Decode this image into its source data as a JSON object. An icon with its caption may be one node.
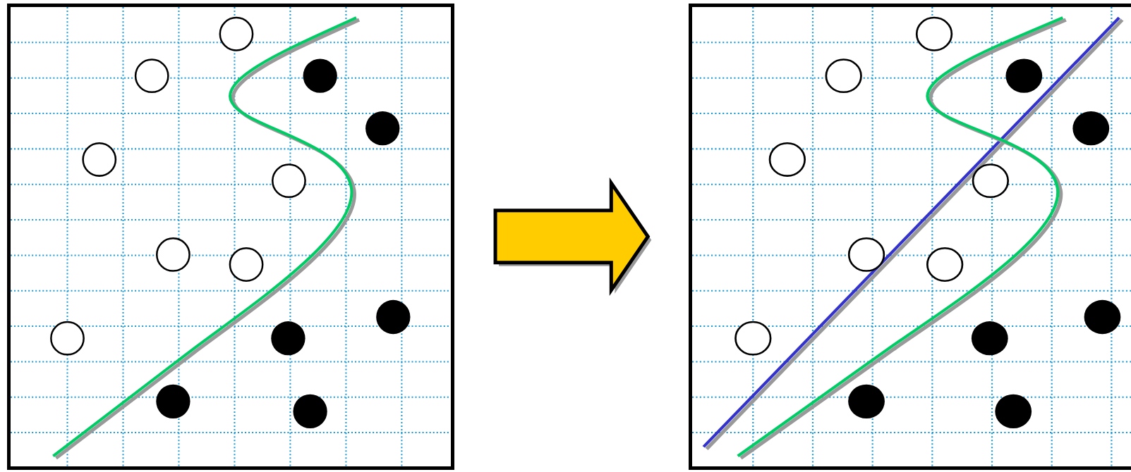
{
  "diagram": {
    "nodes": [
      {
        "text": [],
        "shape": "picture"
      },
      {
        "text": [],
        "shape": "picture"
      }
    ],
    "edges": [
      {
        "from": 0,
        "to": 1,
        "arrow": "to",
        "style": "thick",
        "color": "#ffcc00"
      }
    ]
  }
}
